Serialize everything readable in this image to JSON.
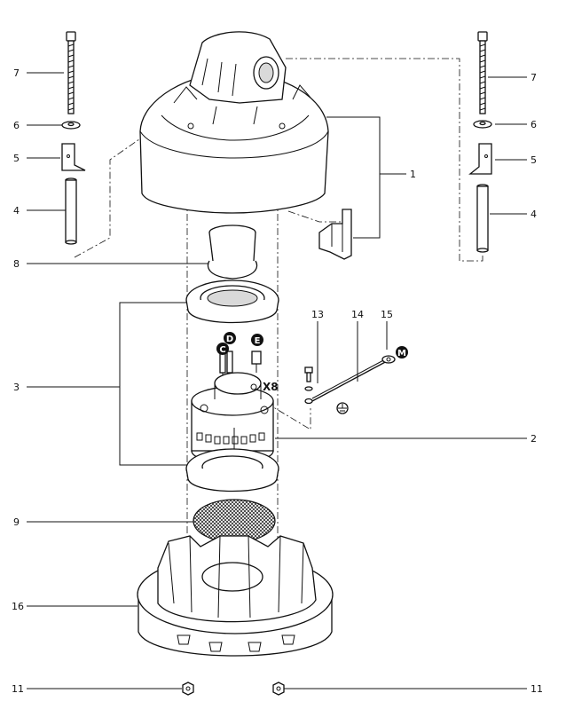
{
  "callouts": [
    {
      "id": "7L",
      "text": "7"
    },
    {
      "id": "6L",
      "text": "6"
    },
    {
      "id": "5L",
      "text": "5"
    },
    {
      "id": "4L",
      "text": "4"
    },
    {
      "id": "8",
      "text": "8"
    },
    {
      "id": "3",
      "text": "3"
    },
    {
      "id": "9",
      "text": "9"
    },
    {
      "id": "16",
      "text": "16"
    },
    {
      "id": "11L",
      "text": "11"
    },
    {
      "id": "7R",
      "text": "7"
    },
    {
      "id": "6R",
      "text": "6"
    },
    {
      "id": "5R",
      "text": "5"
    },
    {
      "id": "4R",
      "text": "4"
    },
    {
      "id": "1",
      "text": "1"
    },
    {
      "id": "2",
      "text": "2"
    },
    {
      "id": "11R",
      "text": "11"
    },
    {
      "id": "13",
      "text": "13"
    },
    {
      "id": "14",
      "text": "14"
    },
    {
      "id": "15",
      "text": "15"
    }
  ],
  "circle_tags": {
    "D": "D",
    "E": "E",
    "C": "C",
    "M": "M"
  },
  "connector_label": "X8"
}
